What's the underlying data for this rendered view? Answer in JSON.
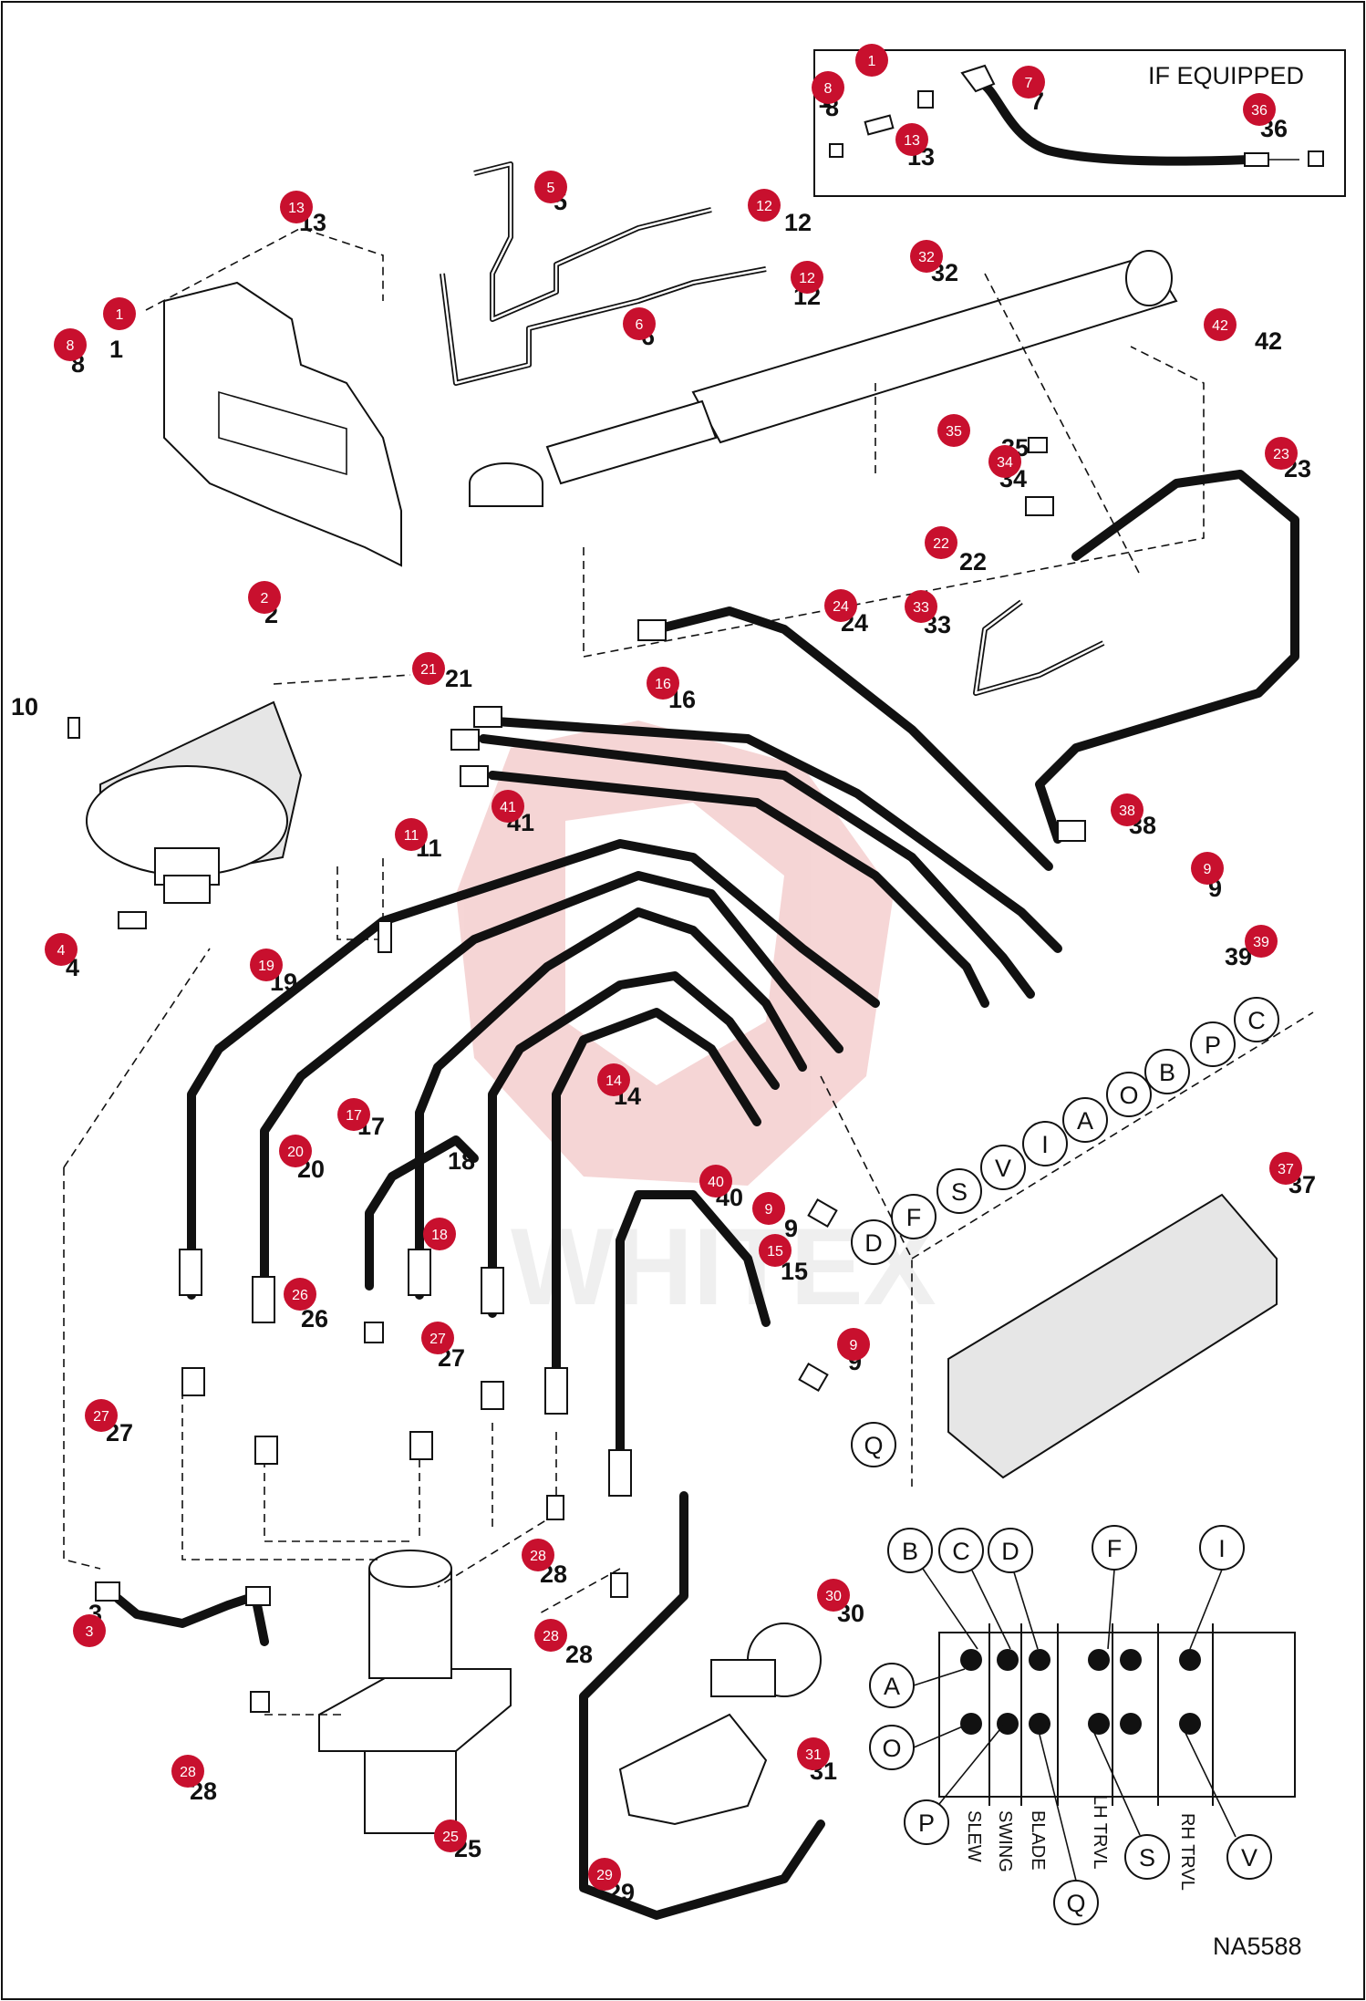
{
  "drawing_code": "NA5588",
  "if_equipped_label": "IF EQUIPPED",
  "watermark": "WHITEX",
  "callouts": [
    {
      "id": "1a",
      "number": "1"
    },
    {
      "id": "1b",
      "number": "1"
    },
    {
      "id": "2",
      "number": "2"
    },
    {
      "id": "3",
      "number": "3"
    },
    {
      "id": "4",
      "number": "4"
    },
    {
      "id": "5",
      "number": "5"
    },
    {
      "id": "6",
      "number": "6"
    },
    {
      "id": "7",
      "number": "7"
    },
    {
      "id": "8a",
      "number": "8"
    },
    {
      "id": "8b",
      "number": "8"
    },
    {
      "id": "9a",
      "number": "9"
    },
    {
      "id": "9b",
      "number": "9"
    },
    {
      "id": "9c",
      "number": "9"
    },
    {
      "id": "10",
      "number": "10"
    },
    {
      "id": "11",
      "number": "11"
    },
    {
      "id": "12a",
      "number": "12"
    },
    {
      "id": "12b",
      "number": "12"
    },
    {
      "id": "13a",
      "number": "13"
    },
    {
      "id": "13b",
      "number": "13"
    },
    {
      "id": "14",
      "number": "14"
    },
    {
      "id": "15",
      "number": "15"
    },
    {
      "id": "16",
      "number": "16"
    },
    {
      "id": "17",
      "number": "17"
    },
    {
      "id": "18",
      "number": "18"
    },
    {
      "id": "19",
      "number": "19"
    },
    {
      "id": "20",
      "number": "20"
    },
    {
      "id": "21",
      "number": "21"
    },
    {
      "id": "22",
      "number": "22"
    },
    {
      "id": "23",
      "number": "23"
    },
    {
      "id": "24",
      "number": "24"
    },
    {
      "id": "25",
      "number": "25"
    },
    {
      "id": "26",
      "number": "26"
    },
    {
      "id": "27a",
      "number": "27"
    },
    {
      "id": "27b",
      "number": "27"
    },
    {
      "id": "28a",
      "number": "28"
    },
    {
      "id": "28b",
      "number": "28"
    },
    {
      "id": "28c",
      "number": "28"
    },
    {
      "id": "29",
      "number": "29"
    },
    {
      "id": "30",
      "number": "30"
    },
    {
      "id": "31",
      "number": "31"
    },
    {
      "id": "32",
      "number": "32"
    },
    {
      "id": "33",
      "number": "33"
    },
    {
      "id": "34",
      "number": "34"
    },
    {
      "id": "35",
      "number": "35"
    },
    {
      "id": "36",
      "number": "36"
    },
    {
      "id": "37",
      "number": "37"
    },
    {
      "id": "38",
      "number": "38"
    },
    {
      "id": "39",
      "number": "39"
    },
    {
      "id": "40",
      "number": "40"
    },
    {
      "id": "41",
      "number": "41"
    },
    {
      "id": "42",
      "number": "42"
    }
  ],
  "port_letters": [
    "A",
    "B",
    "C",
    "D",
    "F",
    "I",
    "O",
    "P",
    "Q",
    "S",
    "V"
  ],
  "valve_section_labels": [
    "SLEW",
    "SWING",
    "BLADE",
    "LH TRVL",
    "RH TRVL"
  ],
  "colors": {
    "badge": "#c8102e",
    "line": "#111111",
    "watermark": "#e8b0b0"
  }
}
